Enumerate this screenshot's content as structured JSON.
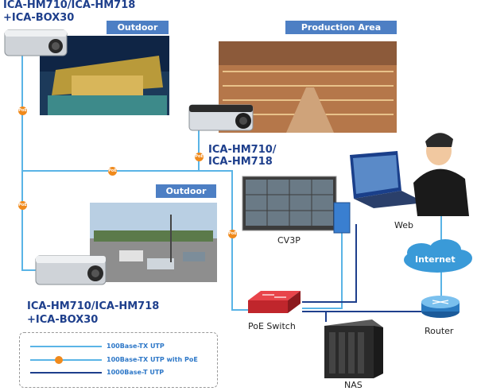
{
  "labels": {
    "cam_top_left_line1": "ICA-HM710/ICA-HM718",
    "cam_top_left_line2": "+ICA-BOX30",
    "cam_mid_line1": "ICA-HM710/",
    "cam_mid_line2": "ICA-HM718",
    "cam_bottom_line1": "ICA-HM710/ICA-HM718",
    "cam_bottom_line2": "+ICA-BOX30"
  },
  "banners": {
    "outdoor_top": "Outdoor",
    "production": "Production Area",
    "outdoor_mid": "Outdoor"
  },
  "devices": {
    "cv3p": "CV3P",
    "web": "Web",
    "internet": "Internet",
    "poe_switch": "PoE Switch",
    "router": "Router",
    "nas": "NAS"
  },
  "poe_badge": "PoE",
  "legend": [
    {
      "label": "100Base-TX UTP"
    },
    {
      "label": "100Base-TX UTP with PoE"
    },
    {
      "label": "1000Base-T UTP"
    }
  ],
  "colors": {
    "utp100": "#5ab4e6",
    "gigabit": "#1e3f8c",
    "poe": "#f08a1c",
    "banner": "#4d7fc4"
  }
}
